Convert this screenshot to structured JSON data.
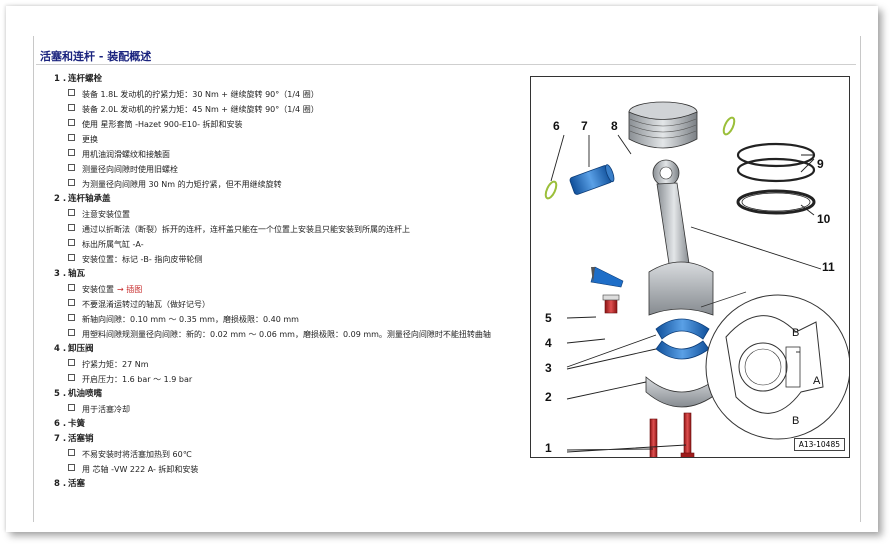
{
  "title": "活塞和连杆 - 装配概述",
  "sections": [
    {
      "num": "1 .",
      "title": "连杆螺栓",
      "items": [
        "装备 1.8L 发动机的拧紧力矩：30 Nm + 继续旋转 90°（1/4 圈）",
        "装备 2.0L 发动机的拧紧力矩：45 Nm + 继续旋转 90°（1/4 圈）",
        "使用 星形套筒 -Hazet 900-E10- 拆卸和安装",
        "更换",
        "用机油润滑螺纹和接触面",
        "测量径向间隙时使用旧螺栓",
        "为测量径向间隙用 30 Nm 的力矩拧紧，但不用继续旋转"
      ]
    },
    {
      "num": "2 .",
      "title": "连杆轴承盖",
      "items": [
        "注意安装位置",
        "通过以折断法（断裂）拆开的连杆，连杆盖只能在一个位置上安装且只能安装到所属的连杆上",
        "标出所属气缸 -A-",
        "安装位置：标记 -B- 指向皮带轮侧"
      ]
    },
    {
      "num": "3 .",
      "title": "轴瓦",
      "items": [
        "安装位置",
        "不要混淆运转过的轴瓦（做好记号）",
        "新轴向间隙：0.10 mm ～ 0.35 mm，磨损极限：0.40 mm",
        "用塑料间隙规测量径向间隙：新的：0.02 mm ～ 0.06 mm，磨损极限：0.09 mm。测量径向间隙时不能扭转曲轴"
      ]
    },
    {
      "num": "4 .",
      "title": "卸压阀",
      "items": [
        "拧紧力矩：27 Nm",
        "开启压力：1.6 bar ～ 1.9 bar"
      ]
    },
    {
      "num": "5 .",
      "title": "机油喷嘴",
      "items": [
        "用于活塞冷却"
      ]
    },
    {
      "num": "6 .",
      "title": "卡簧",
      "items": []
    },
    {
      "num": "7 .",
      "title": "活塞销",
      "items": [
        "不易安装时将活塞加热到 60℃",
        "用 芯轴 -VW 222 A- 拆卸和安装"
      ]
    },
    {
      "num": "8 .",
      "title": "活塞",
      "items": []
    }
  ],
  "install_link": "→ 插图",
  "figure": {
    "code": "A13-10485",
    "callouts": [
      "1",
      "2",
      "3",
      "4",
      "5",
      "6",
      "7",
      "8",
      "9",
      "10",
      "11",
      "A",
      "B",
      "B"
    ]
  },
  "colors": {
    "title": "#1a237e",
    "link": "#c62828",
    "bolt": "#c62828",
    "bearing": "#1e6ec8",
    "pin": "#1e6ec8",
    "clip": "#9bbf3a"
  }
}
